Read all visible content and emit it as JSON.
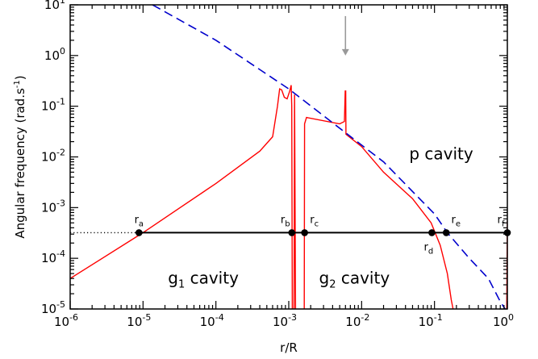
{
  "chart_data": {
    "type": "line",
    "xlabel": "r/R",
    "ylabel": "Angular frequency (rad.s",
    "ylabel_sup": "-1",
    "ylabel_close": ")",
    "x_scale": "log",
    "y_scale": "log",
    "xlim": [
      1e-06,
      1
    ],
    "ylim": [
      1e-05,
      10
    ],
    "grid": false,
    "x_ticks": [
      {
        "v": 1e-06,
        "base": "10",
        "exp": "-6"
      },
      {
        "v": 1e-05,
        "base": "10",
        "exp": "-5"
      },
      {
        "v": 0.0001,
        "base": "10",
        "exp": "-4"
      },
      {
        "v": 0.001,
        "base": "10",
        "exp": "-3"
      },
      {
        "v": 0.01,
        "base": "10",
        "exp": "-2"
      },
      {
        "v": 0.1,
        "base": "10",
        "exp": "-1"
      },
      {
        "v": 1,
        "base": "10",
        "exp": "0"
      }
    ],
    "y_ticks": [
      {
        "v": 1e-05,
        "base": "10",
        "exp": "-5"
      },
      {
        "v": 0.0001,
        "base": "10",
        "exp": "-4"
      },
      {
        "v": 0.001,
        "base": "10",
        "exp": "-3"
      },
      {
        "v": 0.01,
        "base": "10",
        "exp": "-2"
      },
      {
        "v": 0.1,
        "base": "10",
        "exp": "-1"
      },
      {
        "v": 1,
        "base": "10",
        "exp": "0"
      },
      {
        "v": 10,
        "base": "10",
        "exp": "1"
      }
    ],
    "series": [
      {
        "color": "#ff0000",
        "style": "solid",
        "segments": [
          [
            [
              1e-06,
              4e-05
            ],
            [
              1e-05,
              0.00032
            ],
            [
              0.0001,
              0.003
            ],
            [
              0.0004,
              0.013
            ],
            [
              0.0006,
              0.025
            ],
            [
              0.0007,
              0.1
            ],
            [
              0.00075,
              0.22
            ],
            [
              0.0008,
              0.21
            ],
            [
              0.00087,
              0.15
            ],
            [
              0.00095,
              0.14
            ],
            [
              0.00103,
              0.2
            ],
            [
              0.00108,
              0.26
            ],
            [
              0.0011,
              0.1
            ],
            [
              0.00112,
              1e-05
            ]
          ],
          [
            [
              0.00118,
              1e-05
            ],
            [
              0.0012,
              0.17
            ],
            [
              0.00124,
              1e-05
            ]
          ],
          [
            [
              0.00163,
              1e-05
            ],
            [
              0.00165,
              0.045
            ],
            [
              0.00175,
              0.06
            ],
            [
              0.005,
              0.045
            ],
            [
              0.0058,
              0.05
            ],
            [
              0.00595,
              0.2
            ],
            [
              0.00605,
              0.2
            ],
            [
              0.0061,
              0.028
            ],
            [
              0.01,
              0.016
            ],
            [
              0.02,
              0.005
            ],
            [
              0.05,
              0.0015
            ],
            [
              0.09,
              0.0005
            ],
            [
              0.12,
              0.00018
            ],
            [
              0.15,
              5e-05
            ],
            [
              0.17,
              1.5e-05
            ],
            [
              0.18,
              1e-05
            ]
          ],
          [
            [
              0.98,
              1e-05
            ],
            [
              1.0,
              0.00055
            ]
          ]
        ]
      },
      {
        "color": "#0000cc",
        "style": "dashed",
        "segments": [
          [
            [
              1.35e-05,
              10
            ],
            [
              0.0001,
              2
            ],
            [
              0.001,
              0.22
            ],
            [
              0.006,
              0.03
            ],
            [
              0.02,
              0.008
            ],
            [
              0.1,
              0.00075
            ],
            [
              0.15,
              0.00032
            ],
            [
              0.3,
              0.0001
            ],
            [
              0.55,
              4e-05
            ],
            [
              0.8,
              1.4e-05
            ],
            [
              0.93,
              1e-05
            ]
          ]
        ]
      },
      {
        "color": "#000000",
        "style": "solid",
        "segments": [
          [
            [
              8.8e-06,
              0.00032
            ],
            [
              1,
              0.00032
            ]
          ]
        ]
      },
      {
        "color": "#000000",
        "style": "dotted",
        "segments": [
          [
            [
              1e-06,
              0.00032
            ],
            [
              8.8e-06,
              0.00032
            ]
          ]
        ]
      }
    ],
    "points": [
      {
        "x": 8.8e-06,
        "y": 0.00032,
        "label": "r",
        "sub": "a",
        "pos": "above"
      },
      {
        "x": 0.0011,
        "y": 0.00032,
        "label": "r",
        "sub": "b",
        "pos": "above-left"
      },
      {
        "x": 0.00165,
        "y": 0.00032,
        "label": "r",
        "sub": "c",
        "pos": "above-right"
      },
      {
        "x": 0.092,
        "y": 0.00032,
        "label": "r",
        "sub": "d",
        "pos": "below"
      },
      {
        "x": 0.145,
        "y": 0.00032,
        "label": "r",
        "sub": "e",
        "pos": "above-right"
      },
      {
        "x": 1,
        "y": 0.00032,
        "label": "r",
        "sub": "f",
        "pos": "above-left"
      }
    ],
    "annotations": [
      {
        "label": "p cavity",
        "x": 0.045,
        "y": 0.009
      },
      {
        "label": "g",
        "sub": "1",
        "rest": " cavity",
        "x": 2.2e-05,
        "y": 3.2e-05
      },
      {
        "label": "g",
        "sub": "2",
        "rest": " cavity",
        "x": 0.0026,
        "y": 3.2e-05
      }
    ],
    "arrow": {
      "x": 0.006,
      "y_from": 6,
      "y_to": 1,
      "color": "#999999"
    }
  }
}
